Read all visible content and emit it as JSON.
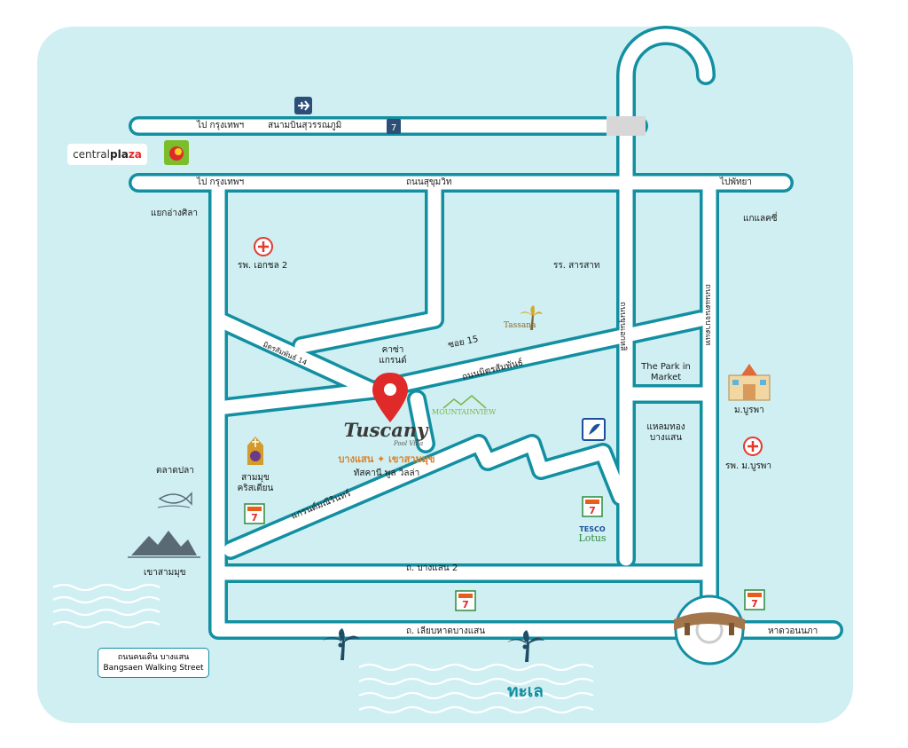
{
  "colors": {
    "background": "#cfeff2",
    "road": "#ffffff",
    "road_edge": "#128fa1",
    "pin": "#e02a2a",
    "seven_green": "#2e8b3d",
    "seven_red": "#e02a2a",
    "hospital": "#e23a2e"
  },
  "roads": {
    "to_bangkok_top": "ไป กรุงเทพฯ",
    "airport": "สนามบินสุวรรณภูมิ",
    "to_bangkok_mid": "ไป กรุงเทพฯ",
    "sukhumvit": "ถนนสุขุมวิท",
    "to_pattaya": "ไปพัทยา",
    "soi15": "ซอย 15",
    "mitsamphan": "ถนนมิตรสัมพันธ์",
    "mitsamphan14": "มิตรสัมพันธ์ 14",
    "grand_mani": "แกรนด์มณีรินทร์",
    "bangsaen2": "ถ. บางแสน 2",
    "beach_road": "ถ. เลียบหาดบางแสน",
    "road_vertical_1": "ถนนขุนเอกหสิ",
    "road_vertical_2": "ถนนแตนจบาดแท",
    "wonnapa": "หาดวอนนภา"
  },
  "places": {
    "central_plaza_1": "central",
    "central_plaza_2": "pla",
    "central_plaza_3": "za",
    "intersection_angsila": "แยกอ่างศิลา",
    "galaxy": "แกแลคซี่",
    "hospital_aikchon": "รพ. เอกชล 2",
    "school_sarasas": "รร. สารสาท",
    "casa_grande_1": "คาซ่า",
    "casa_grande_2": "แกรนด์",
    "park_market_1": "The Park in",
    "park_market_2": "Market",
    "laemthong_1": "แหลมทอง",
    "laemthong_2": "บางแสน",
    "burapha_uni": "ม.บูรพา",
    "burapha_hospital": "รพ. ม.บูรพา",
    "fish_market": "ตลาดปลา",
    "khao_sammuk": "เขาสามมุข",
    "sammuk_christian_1": "สามมุข",
    "sammuk_christian_2": "คริสเตียน",
    "tassana": "Tassana",
    "mountainview": "MOUNTAINVIEW",
    "tesco": "TESCO",
    "lotus": "Lotus",
    "walking_street_th": "ถนนคนเดิน บางแสน",
    "walking_street_en": "Bangsaen Walking Street",
    "sea": "ทะเล"
  },
  "project": {
    "name": "Tuscany",
    "sub": "Pool Villa",
    "line1": "บางแสน ✦ เขาสามมุข",
    "line2": "ทัสคานี พูล วิลล่า"
  },
  "icons": {
    "plane": "airplane-icon",
    "seven": "seven-eleven-icon",
    "hospital": "hospital-cross-icon",
    "pin": "location-pin-icon",
    "palm": "palm-tree-icon",
    "mountain": "mountain-icon",
    "fish": "fish-icon",
    "school": "school-building-icon",
    "church": "church-emblem-icon",
    "bangkokbank": "bank-logo-icon",
    "bridge": "bridge-icon"
  }
}
